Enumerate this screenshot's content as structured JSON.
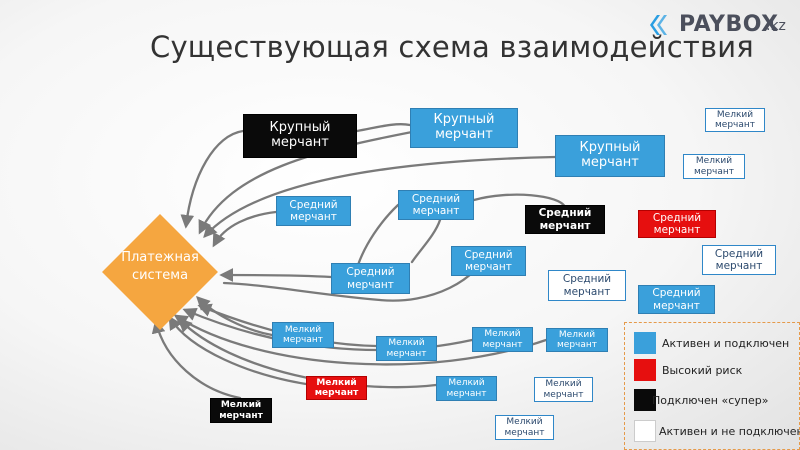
{
  "title": "Существующая схема взаимодействия",
  "logo": {
    "brand": "PAYBOX",
    "tld": ".kz"
  },
  "center": {
    "label": "Платежная\nсистема"
  },
  "nodes": {
    "large_1": "Крупный\nмерчант",
    "large_2": "Крупный\nмерчант",
    "large_3": "Крупный\nмерчант",
    "mid_1": "Средний\nмерчант",
    "mid_2": "Средний\nмерчант",
    "mid_3": "Средний\nмерчант",
    "mid_4": "Средний\nмерчант",
    "mid_5": "Средний\nмерчант",
    "mid_6": "Средний\nмерчант",
    "mid_7": "Средний\nмерчант",
    "mid_8": "Средний\nмерчант",
    "mid_9": "Средний\nмерчант",
    "small_1": "Мелкий\nмерчант",
    "small_2": "Мелкий\nмерчант",
    "small_3": "Мелкий\nмерчант",
    "small_4": "Мелкий\nмерчант",
    "small_5": "Мелкий\nмерчант",
    "small_6": "Мелкий\nмерчант",
    "small_7": "Мелкий\nмерчант",
    "small_8": "Мелкий\nмерчант",
    "small_9": "Мелкий\nмерчант",
    "small_10": "Мелкий\nмерчант",
    "small_11": "Мелкий\nмерчант"
  },
  "legend": {
    "active": "Активен и подключен",
    "high_risk": "Высокий риск",
    "super": "Подключен «супер»",
    "inactive": "Активен и не подключен"
  },
  "colors": {
    "active": "#3aa0db",
    "high_risk": "#e60f0f",
    "super": "#0a0a0a",
    "inactive": "#ffffff",
    "center": "#f5a640"
  }
}
